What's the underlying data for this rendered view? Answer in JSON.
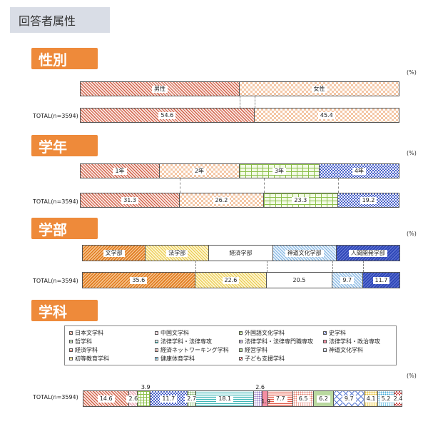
{
  "page_title": "回答者属性",
  "pct_unit": "(%)",
  "total_label": "TOTAL(n=3594)",
  "sections": [
    {
      "label": "性別"
    },
    {
      "label": "学年"
    },
    {
      "label": "学部"
    },
    {
      "label": "学科"
    }
  ],
  "legend": [
    "日本文学科",
    "中国文学科",
    "外国語文化学科",
    "史学科",
    "哲学科",
    "法律学科・法律専攻",
    "法律学科・法律専門職専攻",
    "法律学科・政治専攻",
    "経済学科",
    "経済ネットワーキング学科",
    "経営学科",
    "神道文化学科",
    "初等教育学科",
    "健康体育学科",
    "子ども支援学科"
  ],
  "chart_data": [
    {
      "type": "bar",
      "title": "性別",
      "categories": [
        "男性",
        "女性"
      ],
      "series": [
        {
          "name": "TOTAL(n=3594)",
          "values": [
            54.6,
            45.4
          ]
        }
      ],
      "ylim": [
        0,
        100
      ]
    },
    {
      "type": "bar",
      "title": "学年",
      "categories": [
        "1年",
        "2年",
        "3年",
        "4年"
      ],
      "series": [
        {
          "name": "TOTAL(n=3594)",
          "values": [
            31.3,
            26.2,
            23.3,
            19.2
          ]
        }
      ],
      "ylim": [
        0,
        100
      ]
    },
    {
      "type": "bar",
      "title": "学部",
      "categories": [
        "文学部",
        "法学部",
        "経済学部",
        "神道文化学部",
        "人間開発学部"
      ],
      "series": [
        {
          "name": "TOTAL(n=3594)",
          "values": [
            35.6,
            22.6,
            20.5,
            9.7,
            11.7
          ]
        }
      ],
      "ylim": [
        0,
        100
      ]
    },
    {
      "type": "bar",
      "title": "学科",
      "categories": [
        "日本文学科",
        "中国文学科",
        "外国語文化学科",
        "史学科",
        "哲学科",
        "法律学科・法律専攻",
        "法律学科・法律専門職専攻",
        "法律学科・政治専攻",
        "経済学科",
        "経済ネットワーキング学科",
        "経営学科",
        "神道文化学科",
        "初等教育学科",
        "健康体育学科",
        "子ども支援学科"
      ],
      "series": [
        {
          "name": "TOTAL(n=3594)",
          "values": [
            14.6,
            2.6,
            3.9,
            11.7,
            2.7,
            18.1,
            2.6,
            1.9,
            7.7,
            6.5,
            6.2,
            9.7,
            4.1,
            5.2,
            2.4
          ]
        }
      ],
      "ylim": [
        0,
        100
      ]
    }
  ]
}
